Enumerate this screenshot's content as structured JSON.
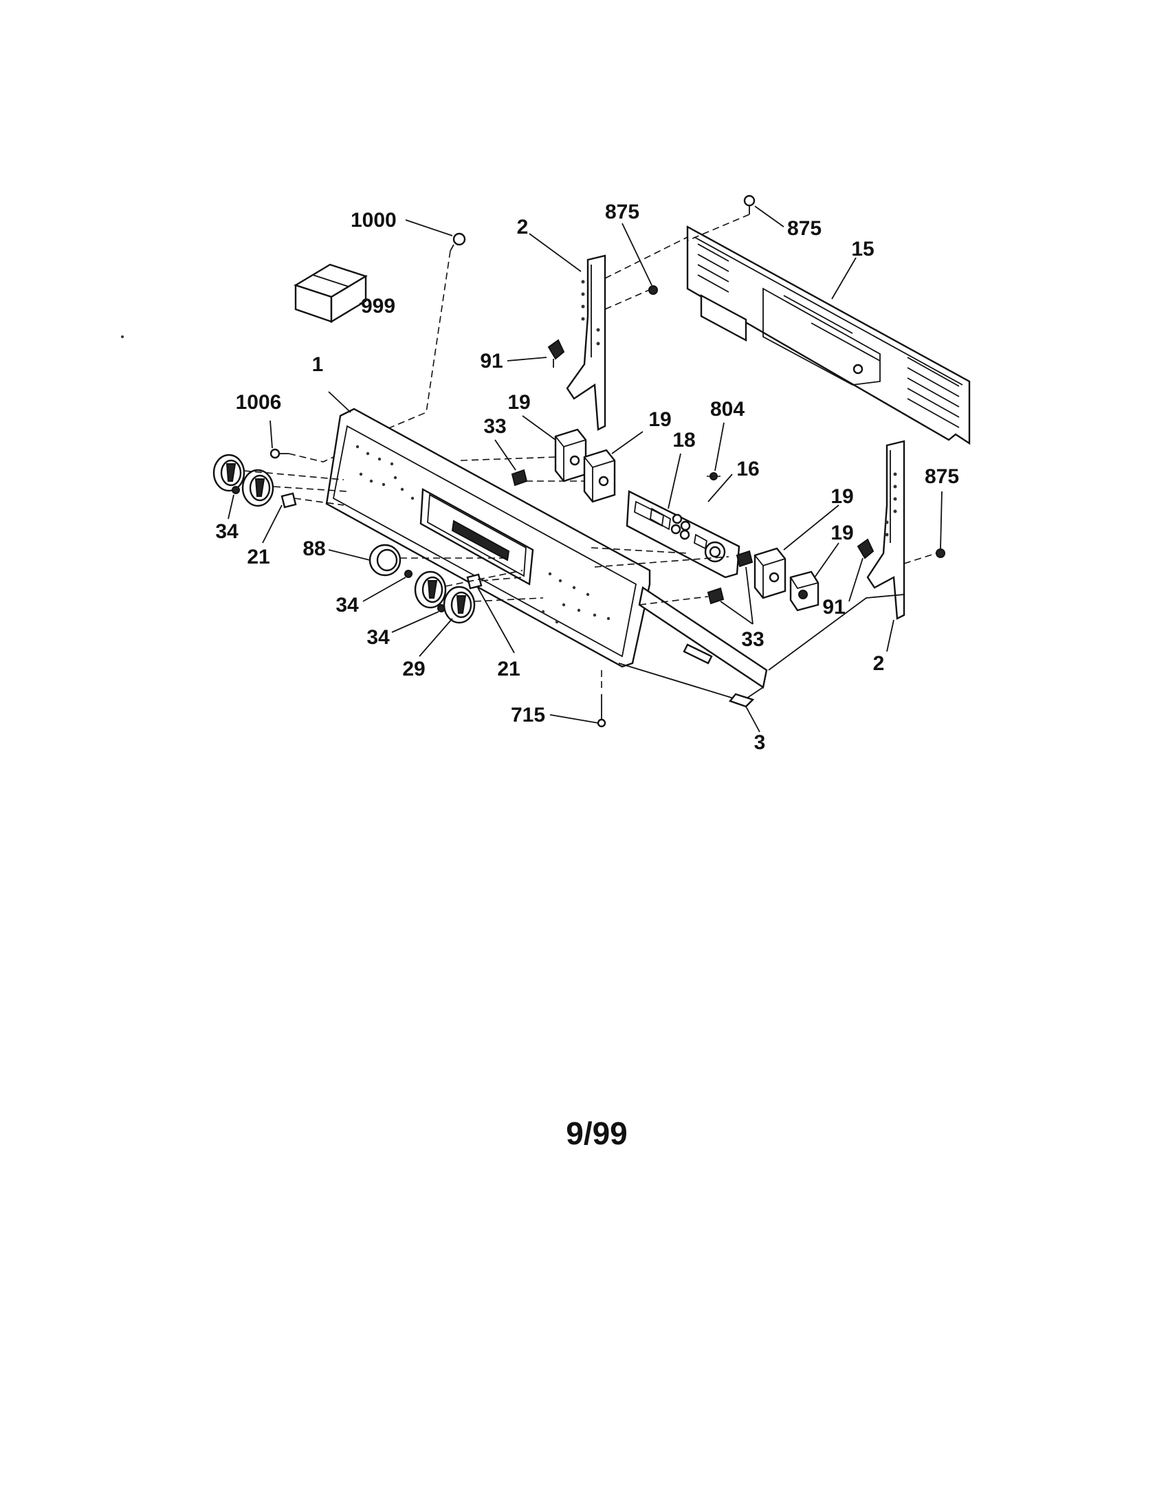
{
  "diagram": {
    "labels": {
      "l1000": "1000",
      "l999": "999",
      "l2_top": "2",
      "l875_top": "875",
      "l875_rear": "875",
      "l15": "15",
      "l91_top": "91",
      "l1": "1",
      "l1006": "1006",
      "l33_top": "33",
      "l19_a": "19",
      "l19_b": "19",
      "l804": "804",
      "l18": "18",
      "l16": "16",
      "l19_c": "19",
      "l19_d": "19",
      "l875_right": "875",
      "l34_a": "34",
      "l21_a": "21",
      "l88": "88",
      "l34_b": "34",
      "l34_c": "34",
      "l29": "29",
      "l21_b": "21",
      "l91_right": "91",
      "l33_bottom": "33",
      "l2_bottom": "2",
      "l715": "715",
      "l3": "3"
    },
    "footer": "9/99"
  }
}
